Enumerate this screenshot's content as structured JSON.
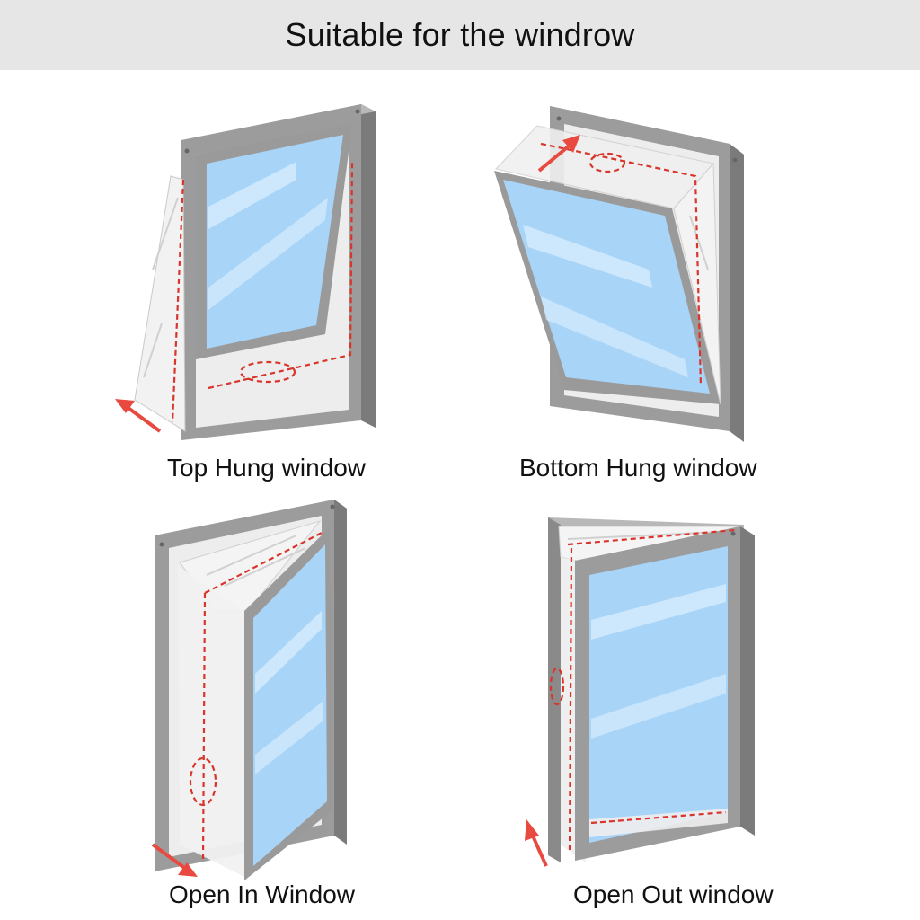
{
  "header": {
    "title": "Suitable for the windrow"
  },
  "windows": [
    {
      "label": "Top Hung window"
    },
    {
      "label": "Bottom Hung window"
    },
    {
      "label": "Open In Window"
    },
    {
      "label": "Open Out window"
    }
  ],
  "colors": {
    "frame": "#9a9a9a",
    "frame_dark": "#7b7b7b",
    "frame_light": "#c4c4c4",
    "glass": "#a8d4f7",
    "glass_light": "#cfe8fc",
    "seal_fabric": "#eeeeee",
    "dashed_line": "#d9352b",
    "arrow": "#e84a40",
    "header_bg": "#e6e6e6"
  }
}
